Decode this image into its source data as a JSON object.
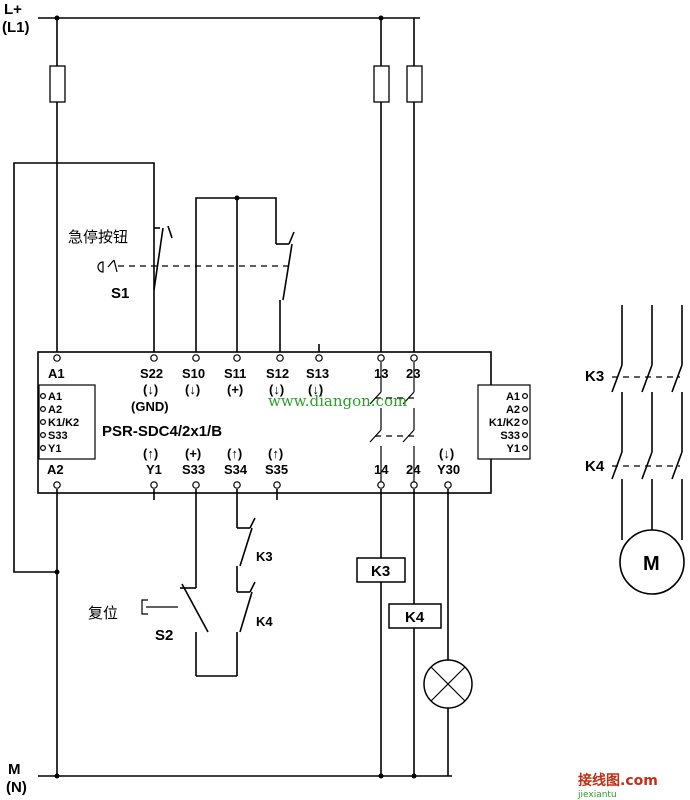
{
  "supply": {
    "top_line": "L+",
    "top_sub": "(L1)",
    "bottom_line": "M",
    "bottom_sub": "(N)"
  },
  "module": {
    "name": "PSR-SDC4/2x1/B",
    "top_terminals": [
      "A1",
      "S22",
      "S10",
      "S11",
      "S12",
      "S13",
      "13",
      "23"
    ],
    "top_symbols": [
      "(↓)",
      "(↓)",
      "(+)",
      "(↓)",
      "(↓)"
    ],
    "gnd_label": "(GND)",
    "bottom_symbols": [
      "(↑)",
      "(+)",
      "(↑)",
      "(↑)",
      "(↓)"
    ],
    "bottom_terminals": [
      "A2",
      "Y1",
      "S33",
      "S34",
      "S35",
      "14",
      "24",
      "Y30"
    ],
    "side_box_items": [
      "A1",
      "A2",
      "K1/K2",
      "S33",
      "Y1"
    ]
  },
  "components": {
    "estop_label": "急停按钮",
    "s1": "S1",
    "reset_label": "复位",
    "s2": "S2",
    "k3": "K3",
    "k4": "K4",
    "motor": "M"
  },
  "watermark": {
    "url": "www.diangon.com",
    "site_logo": "接线图.com",
    "site_sub": "jiexiantu"
  }
}
